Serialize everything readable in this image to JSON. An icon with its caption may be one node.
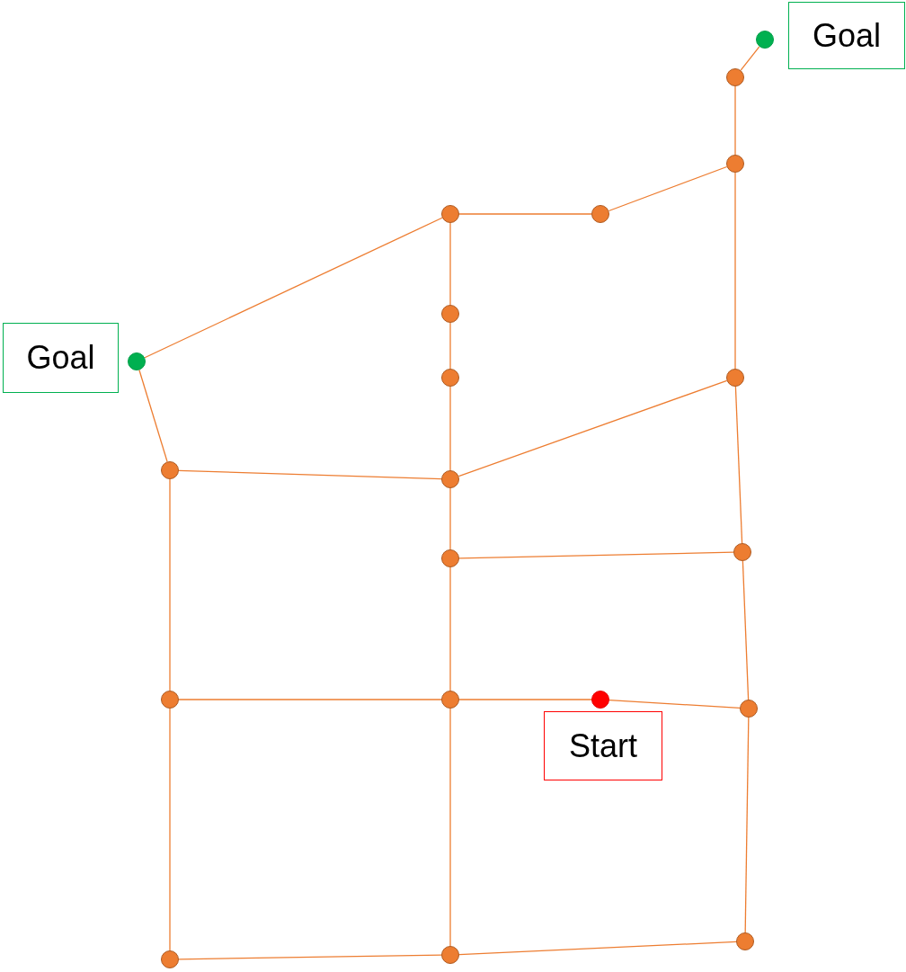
{
  "diagram": {
    "nodes": [
      {
        "text": [],
        "shape": "circle"
      },
      {
        "text": [],
        "shape": "circle"
      },
      {
        "text": [],
        "shape": "circle"
      },
      {
        "text": [],
        "shape": "circle"
      },
      {
        "text": [],
        "shape": "circle"
      },
      {
        "text": [],
        "shape": "circle"
      },
      {
        "text": [],
        "shape": "circle"
      },
      {
        "text": [],
        "shape": "circle"
      },
      {
        "text": [],
        "shape": "circle"
      },
      {
        "text": [],
        "shape": "circle"
      },
      {
        "text": [],
        "shape": "circle"
      },
      {
        "text": [],
        "shape": "circle"
      },
      {
        "text": [],
        "shape": "circle"
      },
      {
        "text": [],
        "shape": "circle"
      },
      {
        "text": [],
        "shape": "circle"
      },
      {
        "text": [],
        "shape": "circle"
      },
      {
        "text": [],
        "shape": "circle"
      },
      {
        "text": [],
        "shape": "circle"
      },
      {
        "text": [],
        "shape": "circle"
      },
      {
        "text": [],
        "shape": "circle"
      },
      {
        "text": [
          "Goal"
        ]
      },
      {
        "text": [
          "Goal"
        ]
      },
      {
        "text": [
          "Start"
        ]
      }
    ],
    "edges": [
      {
        "from": 0,
        "to": 1,
        "arrow": "none"
      },
      {
        "from": 1,
        "to": 2,
        "arrow": "none"
      },
      {
        "from": 2,
        "to": 4,
        "arrow": "none"
      },
      {
        "from": 4,
        "to": 3,
        "arrow": "none"
      },
      {
        "from": 3,
        "to": 6,
        "arrow": "none"
      },
      {
        "from": 3,
        "to": 5,
        "arrow": "none"
      },
      {
        "from": 5,
        "to": 7,
        "arrow": "none"
      },
      {
        "from": 7,
        "to": 10,
        "arrow": "none"
      },
      {
        "from": 6,
        "to": 9,
        "arrow": "none"
      },
      {
        "from": 9,
        "to": 10,
        "arrow": "none"
      },
      {
        "from": 10,
        "to": 8,
        "arrow": "none"
      },
      {
        "from": 8,
        "to": 2,
        "arrow": "none"
      },
      {
        "from": 8,
        "to": 11,
        "arrow": "none"
      },
      {
        "from": 10,
        "to": 12,
        "arrow": "none"
      },
      {
        "from": 12,
        "to": 11,
        "arrow": "none"
      },
      {
        "from": 12,
        "to": 14,
        "arrow": "none"
      },
      {
        "from": 11,
        "to": 16,
        "arrow": "none"
      },
      {
        "from": 9,
        "to": 13,
        "arrow": "none"
      },
      {
        "from": 13,
        "to": 14,
        "arrow": "none"
      },
      {
        "from": 14,
        "to": 15,
        "arrow": "none"
      },
      {
        "from": 15,
        "to": 16,
        "arrow": "none"
      },
      {
        "from": 13,
        "to": 19,
        "arrow": "none"
      },
      {
        "from": 14,
        "to": 18,
        "arrow": "none"
      },
      {
        "from": 16,
        "to": 17,
        "arrow": "none"
      },
      {
        "from": 19,
        "to": 18,
        "arrow": "none"
      },
      {
        "from": 18,
        "to": 17,
        "arrow": "none"
      }
    ]
  }
}
